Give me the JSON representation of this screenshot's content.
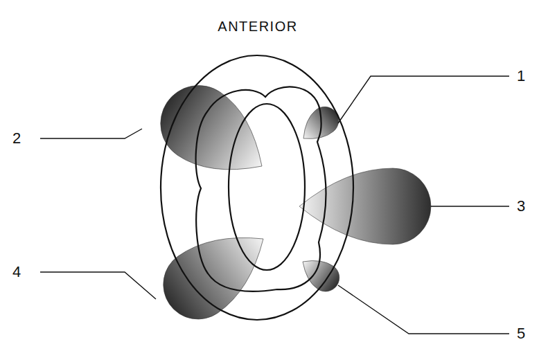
{
  "diagram": {
    "labels": [
      "ANTERIOR",
      "1",
      "2",
      "3",
      "4",
      "5"
    ]
  }
}
